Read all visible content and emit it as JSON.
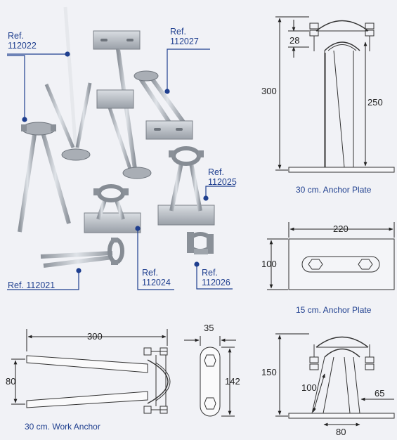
{
  "references": {
    "r112022": {
      "prefix": "Ref.",
      "code": "112022"
    },
    "r112027": {
      "prefix": "Ref.",
      "code": "112027"
    },
    "r112025": {
      "prefix": "Ref.",
      "code": "112025"
    },
    "r112021": {
      "label": "Ref. 112021"
    },
    "r112024": {
      "prefix": "Ref.",
      "code": "112024"
    },
    "r112026": {
      "prefix": "Ref.",
      "code": "112026"
    }
  },
  "captions": {
    "anchor30": "30 cm. Anchor Plate",
    "anchor15": "15 cm. Anchor Plate",
    "work30": "30 cm. Work Anchor"
  },
  "dims": {
    "a30_height": "300",
    "a30_clamp": "28",
    "a30_leg": "250",
    "a15_width": "220",
    "a15_height": "100",
    "work_length": "300",
    "work_width": "80",
    "clip_width": "35",
    "clip_height": "142",
    "a15s_height": "150",
    "a15s_leg": "100",
    "a15s_base": "80",
    "a15s_offset": "65"
  },
  "colors": {
    "ref_blue": "#1f3f8f",
    "metal": "#b9bec5",
    "metal_dark": "#7d838c",
    "line": "#333333"
  }
}
